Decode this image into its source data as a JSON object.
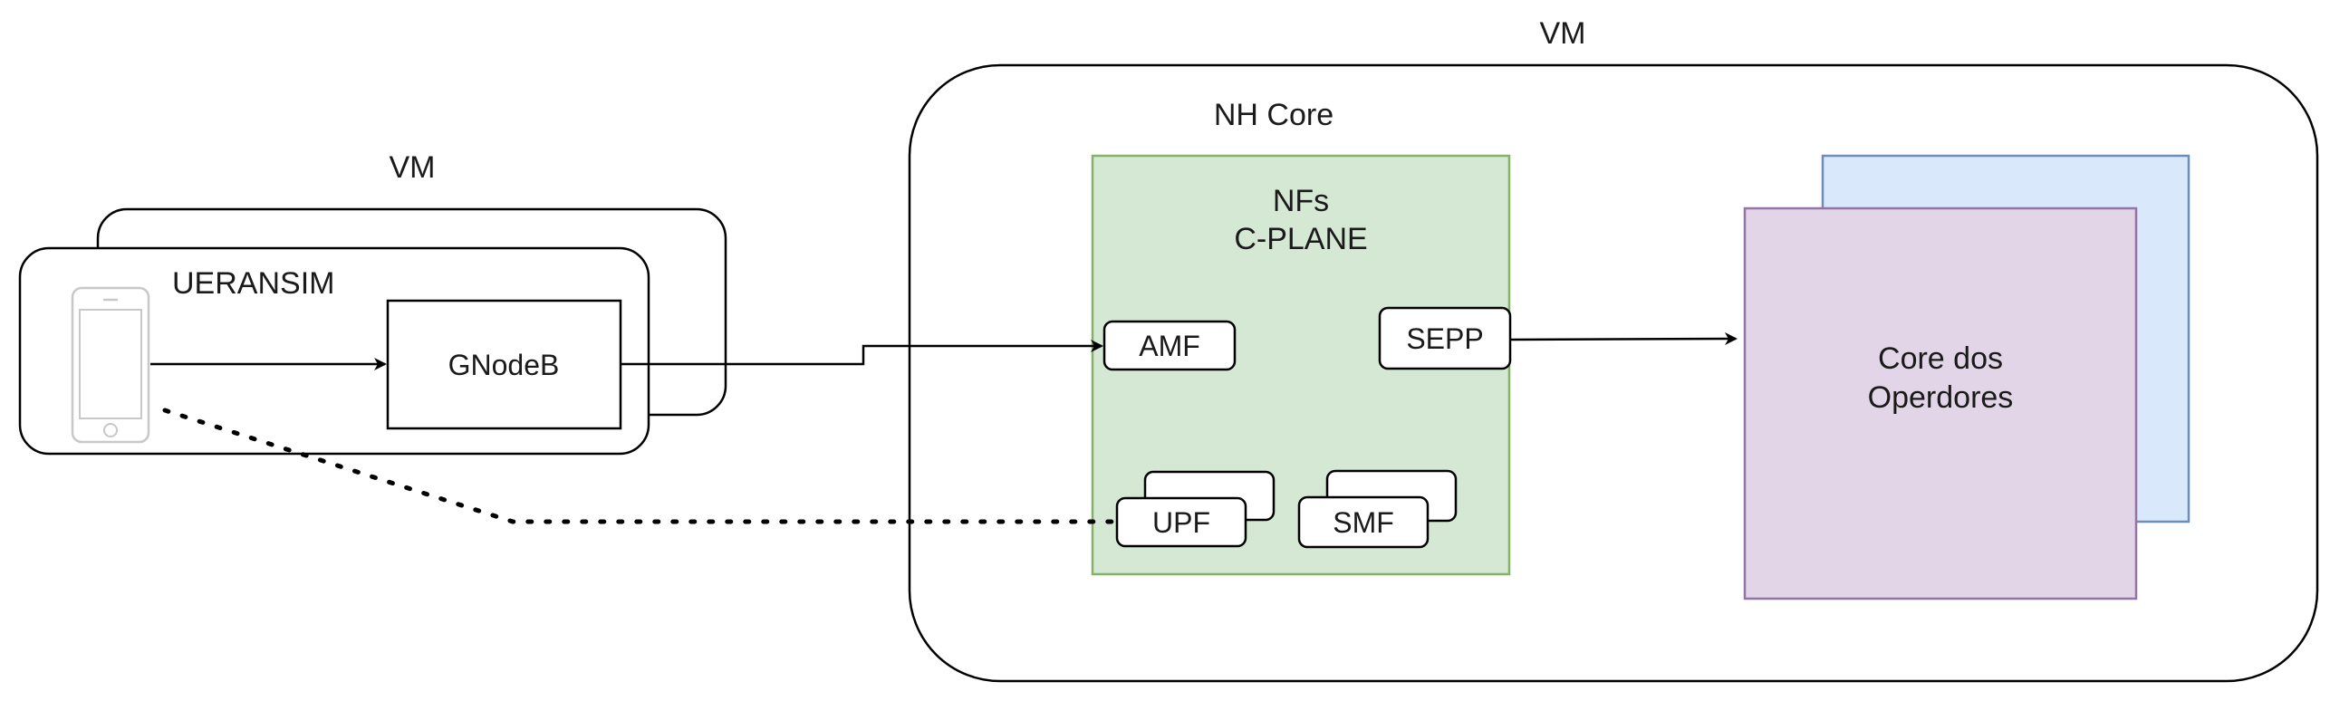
{
  "left_vm": {
    "label": "VM",
    "ueransim_label": "UERANSIM",
    "gnodeb_label": "GNodeB",
    "phone_icon": "smartphone-icon"
  },
  "right_vm": {
    "label": "VM",
    "core_label": "NH Core",
    "nfs_title_line1": "NFs",
    "nfs_title_line2": "C-PLANE",
    "amf_label": "AMF",
    "sepp_label": "SEPP",
    "upf_label": "UPF",
    "smf_label": "SMF",
    "operators_line1": "Core dos",
    "operators_line2": "Operdores"
  },
  "colors": {
    "nf_fill": "#d5e8d4",
    "nf_stroke": "#82b366",
    "operator_front_fill": "#e1d5e7",
    "operator_front_stroke": "#9673a6",
    "operator_back_fill": "#dae8fc",
    "operator_back_stroke": "#6c8ebf"
  }
}
